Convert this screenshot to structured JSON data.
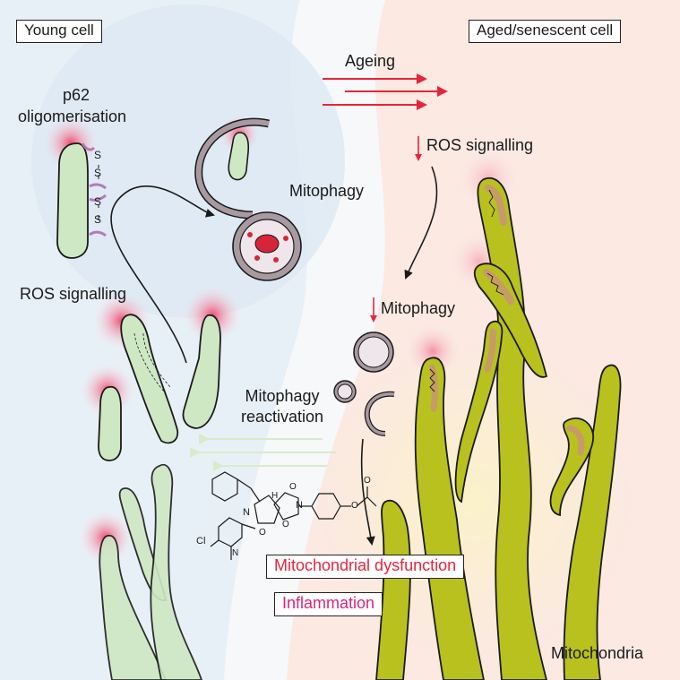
{
  "labels": {
    "young_cell": "Young cell",
    "aged_cell": "Aged/senescent cell",
    "ageing": "Ageing",
    "p62_line1": "p62",
    "p62_line2": "oligomerisation",
    "ros_signalling_left": "ROS signalling",
    "ros_signalling_right": "ROS signalling",
    "mitophagy": "Mitophagy",
    "mitophagy_reduced": "Mitophagy",
    "reactivation_line1": "Mitophagy",
    "reactivation_line2": "reactivation",
    "mitochondrial_dysfunction": "Mitochondrial dysfunction",
    "inflammation": "Inflammation",
    "mitochondria": "Mitochondria",
    "disulfide_s": "S",
    "molecule_cl": "Cl",
    "molecule_n1": "N",
    "molecule_n2": "N",
    "molecule_h": "H",
    "molecule_o1": "O",
    "molecule_o2": "O",
    "molecule_o3": "O",
    "molecule_o4": "O",
    "molecule_o5": "O",
    "molecule_nh": "N"
  },
  "colors": {
    "young_bg": "#e8f0f7",
    "aged_bg": "#fbe9e2",
    "young_mito": "#cfe8c4",
    "aged_mito": "#b8c11e",
    "ros_glow": "#f0406a",
    "arrow_red": "#e8243a",
    "arrow_green": "#cfe8c4",
    "p62_purple": "#b47ab8",
    "matrix_brown": "#c79a6a"
  }
}
